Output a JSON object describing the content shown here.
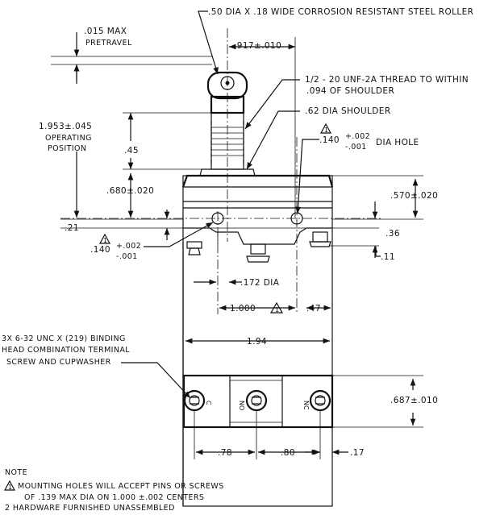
{
  "dims": {
    "pretravel_value": ".015  MAX",
    "pretravel_label": "PRETRAVEL",
    "roller_note": ".50 DIA X .18 WIDE CORROSION RESISTANT STEEL ROLLER",
    "roller_offset": ".917±.010",
    "thread_line1": "1/2 - 20 UNF-2A THREAD TO WITHIN",
    "thread_line2": ".094 OF SHOULDER",
    "shoulder": ".62 DIA SHOULDER",
    "op_pos_value": "1.953±.045",
    "op_pos_line1": "OPERATING",
    "op_pos_line2": "POSITION",
    "dim_45": ".45",
    "dia_hole_value": ".140",
    "dia_hole_tol_plus": "+.002",
    "dia_hole_tol_minus": "-.001",
    "dia_hole_label": "DIA HOLE",
    "dim_680": ".680±.020",
    "dim_570": ".570±.020",
    "dim_21": ".21",
    "dim_36": ".36",
    "hole_left_value": ".140",
    "hole_left_plus": "+.002",
    "hole_left_minus": "-.001",
    "dim_11": ".11",
    "dim_172": ".172 DIA",
    "dim_1000": "1.000",
    "dim_47": ".47",
    "dim_194": "1.94",
    "terminal_line1": "3X 6-32 UNC X (219) BINDING",
    "terminal_line2": "HEAD COMBINATION TERMINAL",
    "terminal_line3": "SCREW AND CUPWASHER",
    "dim_687": ".687±.010",
    "dim_78": ".78",
    "dim_80": ".80",
    "dim_17": ".17",
    "term_c": "C",
    "term_no": "NO",
    "term_nc": "NC",
    "flag": "1"
  },
  "notes": {
    "heading": "NOTE",
    "note1_line1": "MOUNTING HOLES WILL ACCEPT PINS OR SCREWS",
    "note1_line2": "OF .139 MAX DIA ON 1.000 ±.002 CENTERS",
    "note2": "2  HARDWARE FURNISHED UNASSEMBLED"
  }
}
